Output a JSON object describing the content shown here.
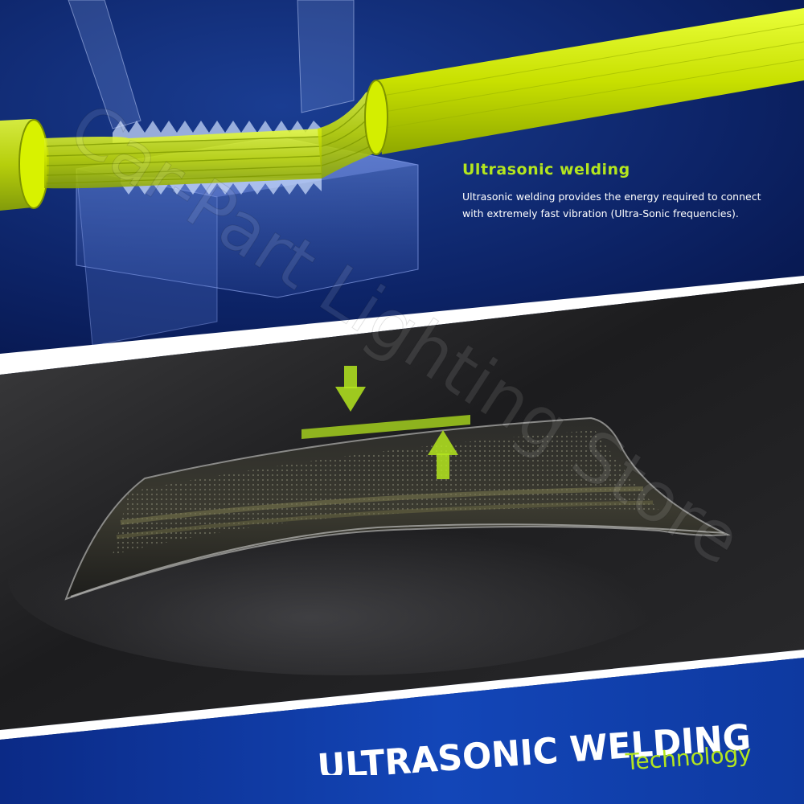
{
  "feature": {
    "heading": "Ultrasonic  welding",
    "description_lines": [
      "Ultrasonic welding provides the energy required to connect",
      "with extremely fast vibration  (Ultra-Sonic frequencies)."
    ]
  },
  "banner": {
    "title": "ULTRASONIC WELDING",
    "subtitle": "Technology"
  },
  "watermark": {
    "text": "Car-Part Lighting Store"
  },
  "colors": {
    "accent_green": "#b4e61e",
    "wire_yellow": "#dcf000",
    "navy_dark": "#06154a",
    "banner_blue": "#1346b8",
    "text_white": "#ffffff"
  },
  "icons": {
    "press_down": "arrow-down-icon",
    "press_up": "arrow-up-icon"
  }
}
